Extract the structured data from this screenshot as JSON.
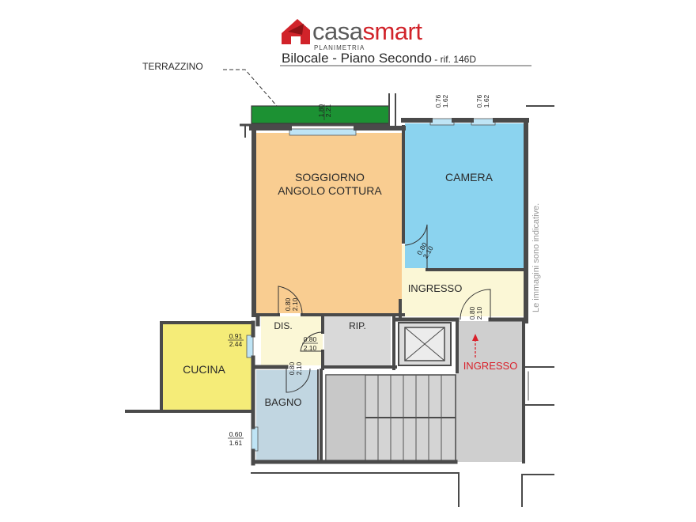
{
  "header": {
    "brand_part1": "casa",
    "brand_part2": "smart",
    "brand_subtitle": "PLANIMETRIA",
    "title": "Bilocale -  Piano Secondo",
    "ref": " - rif. 146D",
    "logo_icon": "red-house-arrow-logo"
  },
  "side_note": "Le immagini sono indicative.",
  "rooms": {
    "terrace": "TERRAZZINO",
    "living_line1": "SOGGIORNO",
    "living_line2": "ANGOLO COTTURA",
    "bedroom": "CAMERA",
    "hall": "INGRESSO",
    "closet": "DIS.",
    "storage": "RIP.",
    "kitchen": "CUCINA",
    "bathroom": "BAGNO",
    "entrance": "INGRESSO"
  },
  "dimensions": {
    "terrace_door": [
      "1.80",
      "2.21"
    ],
    "bedroom_win_1": [
      "0.76",
      "1.62"
    ],
    "bedroom_win_2": [
      "0.76",
      "1.62"
    ],
    "bedroom_door": [
      "0.80",
      "2.10"
    ],
    "entrance_door": [
      "0.80",
      "2.10"
    ],
    "living_door": [
      "0.80",
      "2.10"
    ],
    "dis_door": [
      "0.80",
      "2.10"
    ],
    "bath_door": [
      "0.80",
      "2.10"
    ],
    "kitchen_win": [
      "0.91",
      "2.44"
    ],
    "bath_win": [
      "0.60",
      "1.61"
    ]
  },
  "colors": {
    "living": "#f9cd91",
    "bedroom": "#8bd3ef",
    "hall": "#fbf7d6",
    "kitchen": "#f5ec78",
    "bathroom": "#c1d6e1",
    "storage": "#d9d9d9",
    "stair_area": "#cfcfcf",
    "terrace": "#1c9133",
    "entrance_text": "#d9202a",
    "wall": "#4a4a4a"
  }
}
